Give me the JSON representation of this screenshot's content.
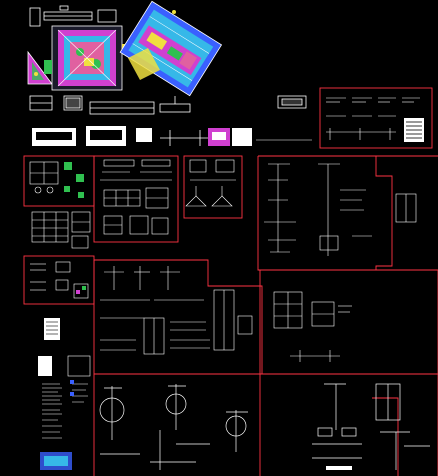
{
  "window": {
    "background": "#000000"
  },
  "layers": [
    {
      "name": "sheet-frames",
      "color": "#ff3344"
    },
    {
      "name": "drawing-lines",
      "color": "#ffffff"
    },
    {
      "name": "site-plan-fill",
      "color": "#d040d0"
    },
    {
      "name": "hatch-cyan",
      "color": "#36b8e8"
    },
    {
      "name": "hatch-green",
      "color": "#30c050"
    },
    {
      "name": "annotation-yellow",
      "color": "#f0e040"
    },
    {
      "name": "annotation-blue",
      "color": "#3a60ff"
    }
  ],
  "texts": {}
}
